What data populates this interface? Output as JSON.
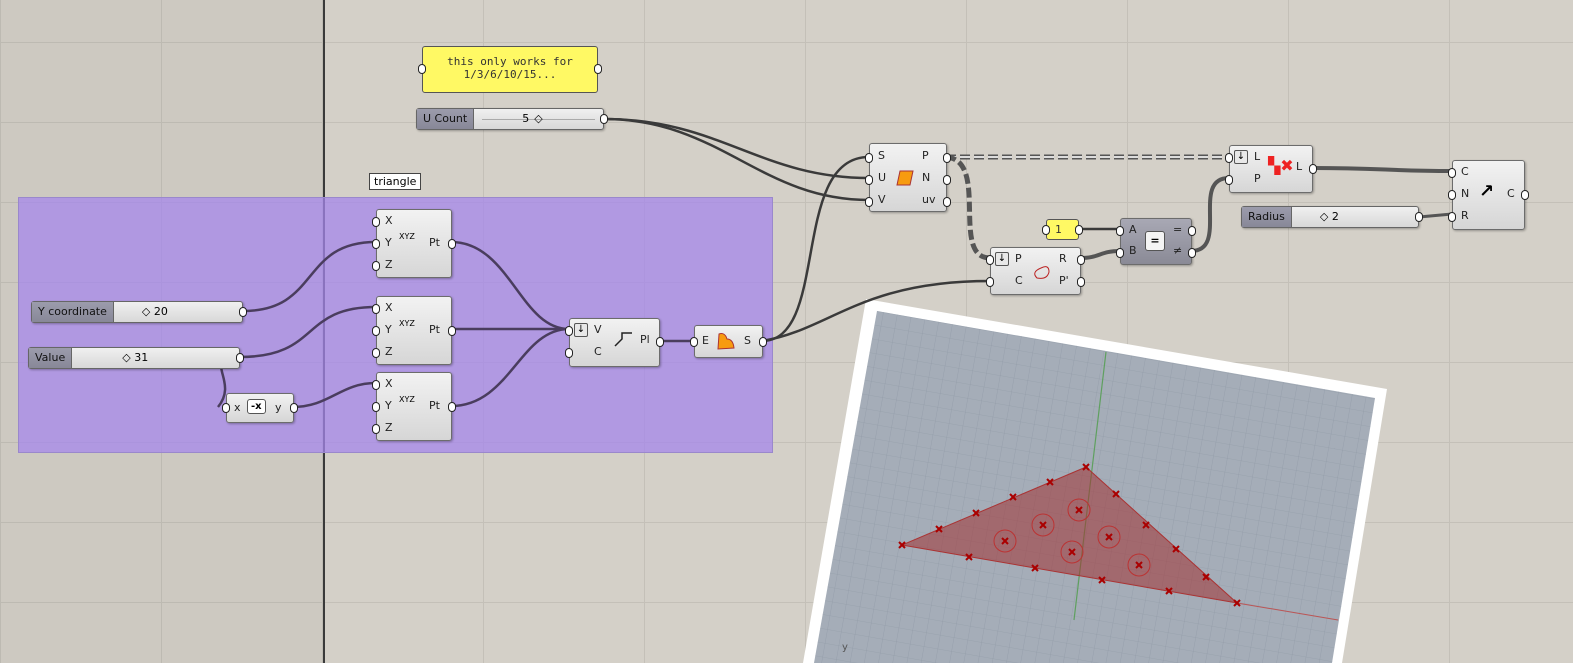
{
  "panel_note": {
    "line1": "this only works for",
    "line2": "1/3/6/10/15..."
  },
  "sliders": {
    "u_count": {
      "label": "U Count",
      "value": "5"
    },
    "y_coordinate": {
      "label": "Y coordinate",
      "value": "20"
    },
    "value": {
      "label": "Value",
      "value": "31"
    },
    "radius": {
      "label": "Radius",
      "value": "2"
    }
  },
  "group_tooltip": "triangle",
  "negative": {
    "in": "x",
    "out": "y",
    "icon": "-x"
  },
  "pt_node": {
    "x": "X",
    "y": "Y",
    "z": "Z",
    "out": "Pt",
    "icon": "XYZ"
  },
  "polyline": {
    "v": "V",
    "c": "C",
    "out": "Pl"
  },
  "boundary": {
    "in": "E",
    "out": "S"
  },
  "divide": {
    "s": "S",
    "u": "U",
    "v": "V",
    "p": "P",
    "n": "N",
    "uv": "uv"
  },
  "pull": {
    "p": "P",
    "c": "C",
    "r": "R",
    "p2": "P'"
  },
  "panel_one": "1",
  "equality": {
    "a": "A",
    "b": "B",
    "eq": "=",
    "neq": "≠"
  },
  "cull": {
    "l": "L",
    "p": "P",
    "out": "L"
  },
  "circle": {
    "c": "C",
    "n": "N",
    "r": "R",
    "out": "C"
  },
  "viewport": {
    "axis_label": "y"
  },
  "colors": {
    "group": "#b4a0e6",
    "panel": "#fff964",
    "wire": "#3a3a3a",
    "surface": "#a04040"
  }
}
